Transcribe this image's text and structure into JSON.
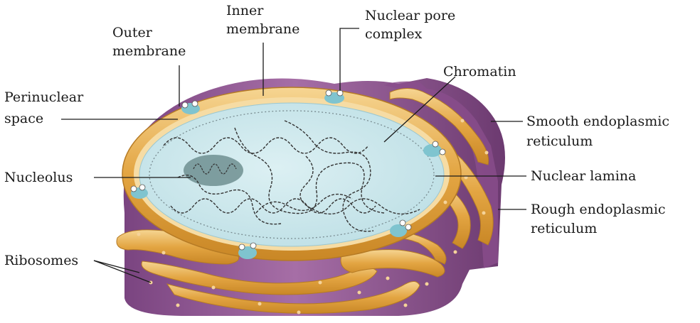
{
  "labels": {
    "inner_membrane": [
      "Inner",
      "membrane"
    ],
    "outer_membrane": [
      "Outer",
      "membrane"
    ],
    "nuclear_pore_complex": [
      "Nuclear pore",
      "complex"
    ],
    "perinuclear_space": [
      "Perinuclear",
      "space"
    ],
    "chromatin": [
      "Chromatin"
    ],
    "smooth_er": [
      "Smooth endoplasmic",
      "reticulum"
    ],
    "nucleolus": [
      "Nucleolus"
    ],
    "nuclear_lamina": [
      "Nuclear lamina"
    ],
    "rough_er": [
      "Rough endoplasmic",
      "reticulum"
    ],
    "ribosomes": [
      "Ribosomes"
    ]
  },
  "colors": {
    "cytoplasm_purple": "#9a5a98",
    "cytoplasm_dark": "#6e3a72",
    "envelope_orange": "#e3a542",
    "envelope_light": "#f4cf85",
    "nucleoplasm": "#cde9ee",
    "nucleolus": "#6f8f90",
    "pore": "#7fc4cf",
    "ribosome": "#f5d39a",
    "chromatin": "#333333"
  }
}
